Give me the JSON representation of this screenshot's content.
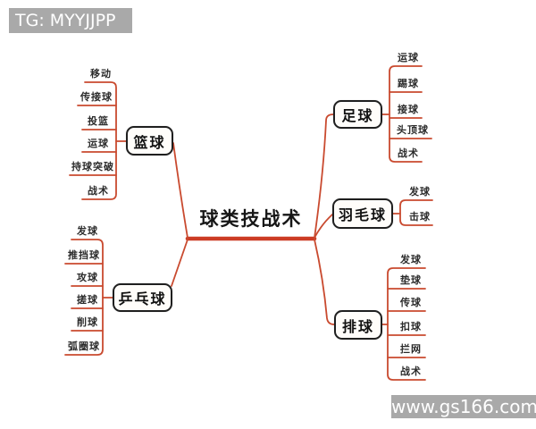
{
  "watermarks": {
    "top_left": "TG: MYYJJPP",
    "bottom_right": "www.gs166.com"
  },
  "root": {
    "label": "球类技战术"
  },
  "branches": [
    {
      "label": "篮球",
      "side": "left",
      "children": [
        "移动",
        "传接球",
        "投篮",
        "运球",
        "持球突破",
        "战术"
      ]
    },
    {
      "label": "乒乓球",
      "side": "left",
      "children": [
        "发球",
        "推挡球",
        "攻球",
        "搓球",
        "削球",
        "弧圈球"
      ]
    },
    {
      "label": "足球",
      "side": "right",
      "children": [
        "运球",
        "踢球",
        "接球",
        "头顶球",
        "战术"
      ]
    },
    {
      "label": "羽毛球",
      "side": "right",
      "children": [
        "发球",
        "击球"
      ]
    },
    {
      "label": "排球",
      "side": "right",
      "children": [
        "发球",
        "垫球",
        "传球",
        "扣球",
        "拦网",
        "战术"
      ]
    }
  ],
  "colors": {
    "branch_line": "#c94a2f",
    "main_line": "#cc3c25",
    "node_border": "#1f1f1f",
    "watermark_bg": "#a9a9a9",
    "watermark_text": "#ffffff",
    "text": "#2b2b2b"
  }
}
